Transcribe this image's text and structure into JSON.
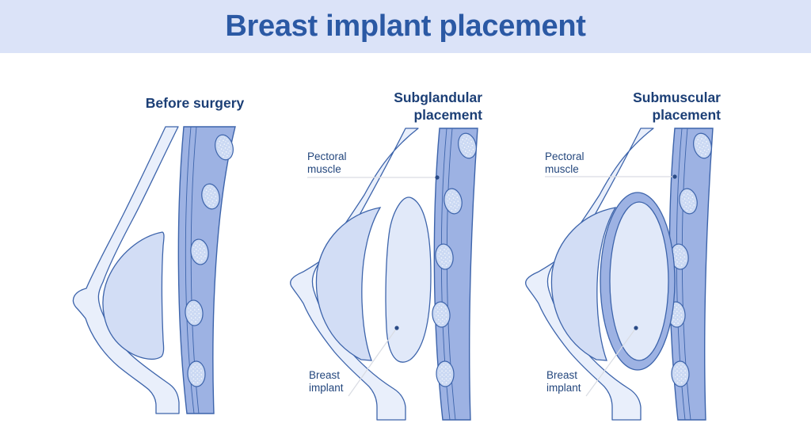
{
  "header": {
    "title": "Breast implant placement"
  },
  "panels": [
    {
      "heading_line1": "Before surgery",
      "heading_line2": ""
    },
    {
      "heading_line1": "Subglandular",
      "heading_line2": "placement",
      "labels": {
        "pectoral_line1": "Pectoral",
        "pectoral_line2": "muscle",
        "implant_line1": "Breast",
        "implant_line2": "implant"
      }
    },
    {
      "heading_line1": "Submuscular",
      "heading_line2": "placement",
      "labels": {
        "pectoral_line1": "Pectoral",
        "pectoral_line2": "muscle",
        "implant_line1": "Breast",
        "implant_line2": "implant"
      }
    }
  ],
  "colors": {
    "header_bg": "#dbe3f8",
    "title_text": "#2b59a4",
    "heading_text": "#1c3f76",
    "label_text": "#24477d",
    "outline": "#3d64ab",
    "muscle_band": "#9db2e3",
    "rib_fill": "#cbd9f3",
    "skin_fill": "#e9effb",
    "gland_fill": "#d2ddf5",
    "implant_fill": "#e1e9f9",
    "leader_line": "#d9dce3",
    "pointer_dot": "#2a4b86",
    "background": "#ffffff"
  }
}
